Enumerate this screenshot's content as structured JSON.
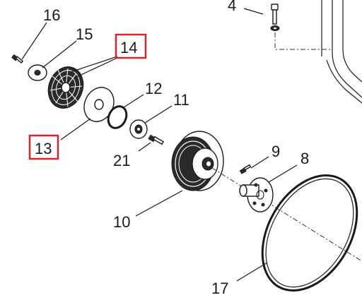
{
  "labels": {
    "p4": "4",
    "p16": "16",
    "p15": "15",
    "p14": "14",
    "p12": "12",
    "p11": "11",
    "p13": "13",
    "p21": "21",
    "p9": "9",
    "p8": "8",
    "p10": "10",
    "p17": "17"
  },
  "colors": {
    "highlight": "#d9262c",
    "ink": "#1a1a1a"
  }
}
